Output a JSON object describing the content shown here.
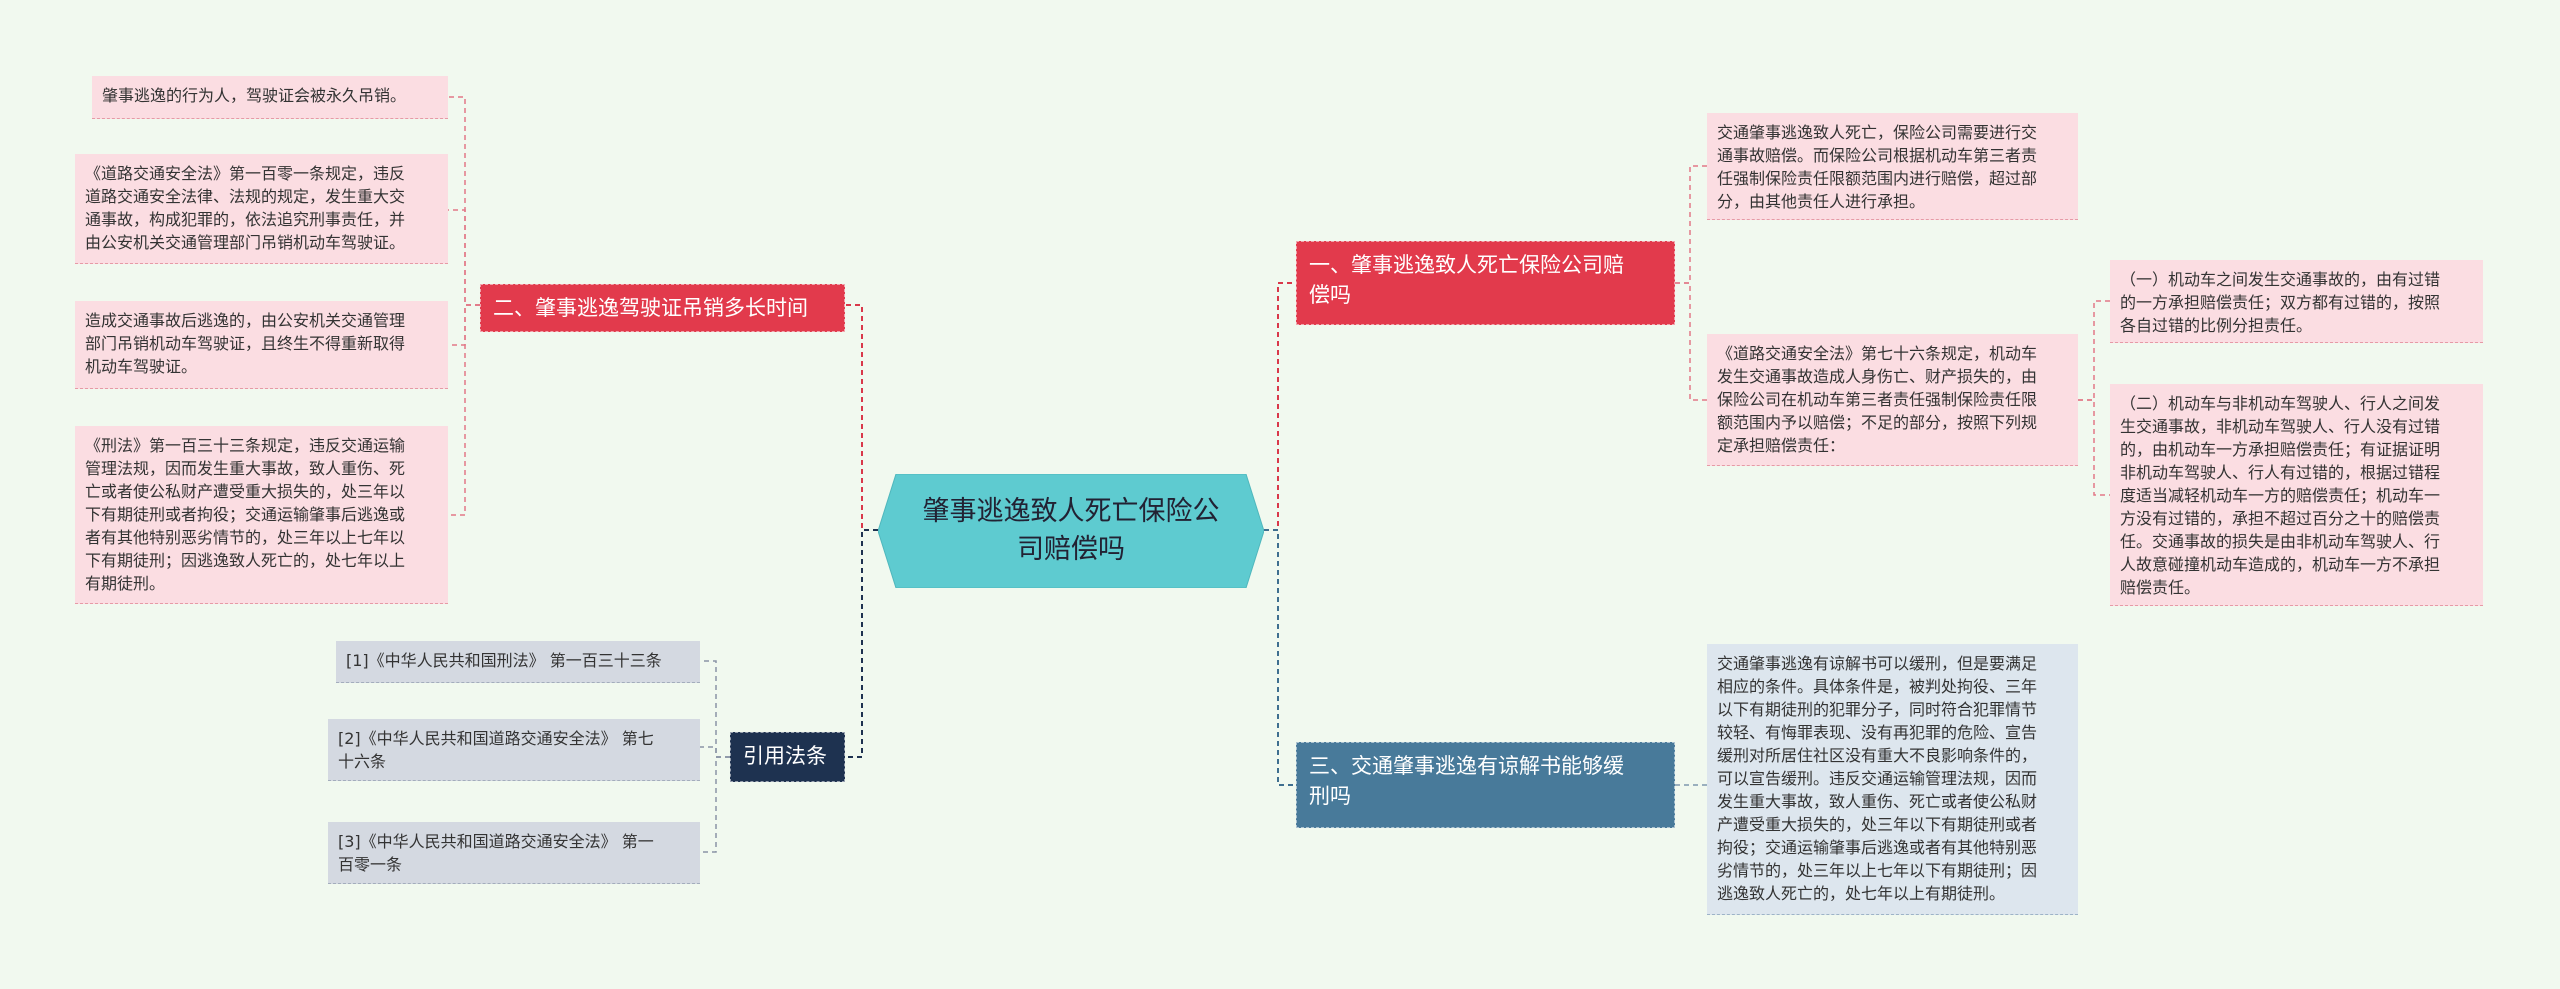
{
  "center": {
    "title": "肇事逃逸致人死亡保险公\n司赔偿吗"
  },
  "branches": {
    "b1": {
      "title": "一、肇事逃逸致人死亡保险公司赔\n偿吗"
    },
    "b2": {
      "title": "二、肇事逃逸驾驶证吊销多长时间"
    },
    "b3": {
      "title": "三、交通肇事逃逸有谅解书能够缓\n刑吗"
    },
    "b4": {
      "title": "引用法条"
    }
  },
  "leaves": {
    "b1_1": "交通肇事逃逸致人死亡，保险公司需要进行交\n通事故赔偿。而保险公司根据机动车第三者责\n任强制保险责任限额范围内进行赔偿，超过部\n分，由其他责任人进行承担。",
    "b1_2": "《道路交通安全法》第七十六条规定，机动车\n发生交通事故造成人身伤亡、财产损失的，由\n保险公司在机动车第三者责任强制保险责任限\n额范围内予以赔偿；不足的部分，按照下列规\n定承担赔偿责任：",
    "b1_2_1": "（一）机动车之间发生交通事故的，由有过错\n的一方承担赔偿责任；双方都有过错的，按照\n各自过错的比例分担责任。",
    "b1_2_2": "（二）机动车与非机动车驾驶人、行人之间发\n生交通事故，非机动车驾驶人、行人没有过错\n的，由机动车一方承担赔偿责任；有证据证明\n非机动车驾驶人、行人有过错的，根据过错程\n度适当减轻机动车一方的赔偿责任；机动车一\n方没有过错的，承担不超过百分之十的赔偿责\n任。交通事故的损失是由非机动车驾驶人、行\n人故意碰撞机动车造成的，机动车一方不承担\n赔偿责任。",
    "b2_1": "肇事逃逸的行为人，驾驶证会被永久吊销。",
    "b2_2": "《道路交通安全法》第一百零一条规定，违反\n道路交通安全法律、法规的规定，发生重大交\n通事故，构成犯罪的，依法追究刑事责任，并\n由公安机关交通管理部门吊销机动车驾驶证。",
    "b2_3": "造成交通事故后逃逸的，由公安机关交通管理\n部门吊销机动车驾驶证，且终生不得重新取得\n机动车驾驶证。",
    "b2_4": "《刑法》第一百三十三条规定，违反交通运输\n管理法规，因而发生重大事故，致人重伤、死\n亡或者使公私财产遭受重大损失的，处三年以\n下有期徒刑或者拘役；交通运输肇事后逃逸或\n者有其他特别恶劣情节的，处三年以上七年以\n下有期徒刑；因逃逸致人死亡的，处七年以上\n有期徒刑。",
    "b3_1": "交通肇事逃逸有谅解书可以缓刑，但是要满足\n相应的条件。具体条件是，被判处拘役、三年\n以下有期徒刑的犯罪分子，同时符合犯罪情节\n较轻、有悔罪表现、没有再犯罪的危险、宣告\n缓刑对所居住社区没有重大不良影响条件的，\n可以宣告缓刑。违反交通运输管理法规，因而\n发生重大事故，致人重伤、死亡或者使公私财\n产遭受重大损失的，处三年以下有期徒刑或者\n拘役；交通运输肇事后逃逸或者有其他特别恶\n劣情节的，处三年以上七年以下有期徒刑；因\n逃逸致人死亡的，处七年以上有期徒刑。",
    "b4_1": "[1]《中华人民共和国刑法》 第一百三十三条",
    "b4_2": "[2]《中华人民共和国道路交通安全法》 第七\n十六条",
    "b4_3": "[3]《中华人民共和国道路交通安全法》 第一\n百零一条"
  },
  "colors": {
    "background": "#f1f9ef",
    "center_fill": "#5ecbd0",
    "branch_red": "#e23a4c",
    "branch_steel": "#487a9a",
    "branch_navy": "#1e3250",
    "leaf_pink": "#fbdde2",
    "leaf_blue": "#dde6ee",
    "leaf_gray": "#d4d9e1"
  }
}
